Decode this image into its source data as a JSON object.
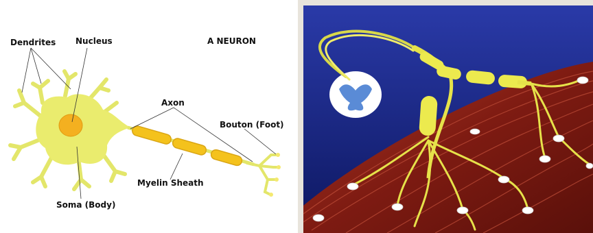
{
  "diagram": {
    "title": "A NEURON",
    "labels": {
      "dendrites": "Dendrites",
      "nucleus": "Nucleus",
      "axon": "Axon",
      "bouton": "Bouton (Foot)",
      "myelin": "Myelin Sheath",
      "soma": "Soma (Body)"
    }
  },
  "colors": {
    "neuron_fill": "#eaec6e",
    "nucleus_fill": "#f4b020",
    "myelin_fill": "#f4c21c",
    "muscle": "#8a1e14",
    "nerve_yellow": "#e6e24a",
    "background_blue": "#1b2a8c",
    "spinal_cord_blue": "#5a8bd6"
  },
  "illustration": {
    "subject": "motor neuron from spinal cord branching onto muscle fibers"
  }
}
